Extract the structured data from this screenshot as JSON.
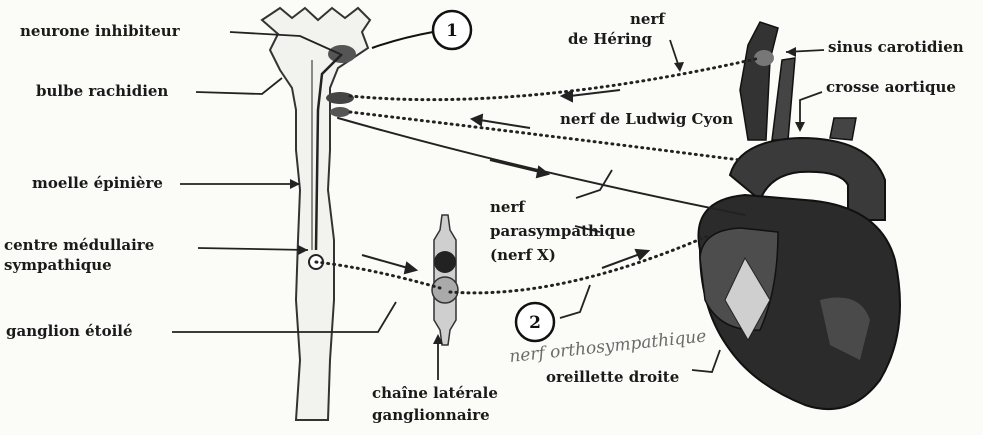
{
  "labels": {
    "neurone_inhibiteur": "neurone inhibiteur",
    "bulbe_rachidien": "bulbe rachidien",
    "moelle_epiniere": "moelle épinière",
    "centre_medullaire_1": "centre médullaire",
    "centre_medullaire_2": "sympathique",
    "ganglion_etoile": "ganglion étoilé",
    "chaine_1": "chaîne latérale",
    "chaine_2": "ganglionnaire",
    "oreillette_droite": "oreillette droite",
    "nerf_hering_1": "nerf",
    "nerf_hering_2": "de Héring",
    "nerf_ludwig": "nerf de Ludwig Cyon",
    "nerf_para_1": "nerf",
    "nerf_para_2": "parasympathique",
    "nerf_para_3": "(nerf X)",
    "sinus_carotidien": "sinus carotidien",
    "crosse_aortique": "crosse aortique",
    "handwriting": "nerf orthosympathique"
  },
  "markers": {
    "one": "1",
    "two": "2"
  }
}
